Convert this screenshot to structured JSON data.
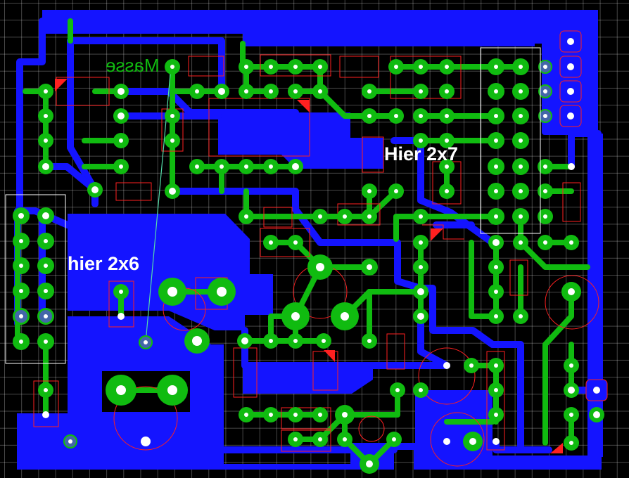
{
  "labels": {
    "hier_2x7": "Hier 2x7",
    "hier_2x6": "hier 2x6",
    "masse": "Masse"
  },
  "colors": {
    "background": "#000000",
    "copper_bottom": "#1414ff",
    "copper_top": "#10bb10",
    "silkscreen": "#ff2020",
    "drill": "#ffffff",
    "outline": "#ffffff",
    "ratsnest": "#55ddaa"
  }
}
